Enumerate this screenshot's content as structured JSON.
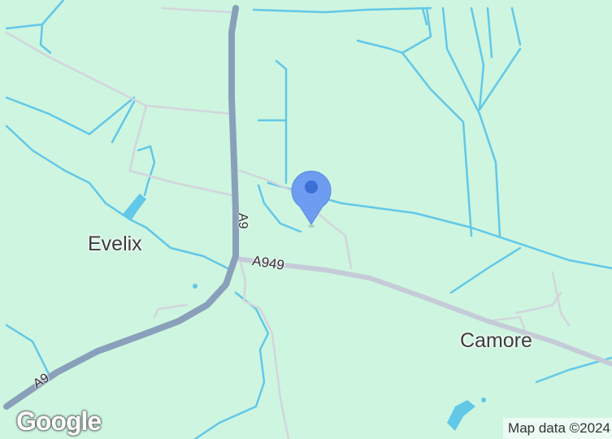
{
  "map": {
    "places": [
      {
        "id": "evelix",
        "label": "Evelix"
      },
      {
        "id": "camore",
        "label": "Camore"
      }
    ],
    "roads": [
      {
        "id": "a9-upper",
        "label": "A9"
      },
      {
        "id": "a9-lower",
        "label": "A9"
      },
      {
        "id": "a949",
        "label": "A949"
      }
    ],
    "marker_icon": "map-pin-icon",
    "logo": "Google",
    "attribution": "Map data ©2024",
    "colors": {
      "land": "#cdf5e0",
      "water": "#62c8e8",
      "trunk_road": "#8a9fb9",
      "minor_road": "#d2d6dc",
      "marker": "#6d9cf0"
    }
  }
}
